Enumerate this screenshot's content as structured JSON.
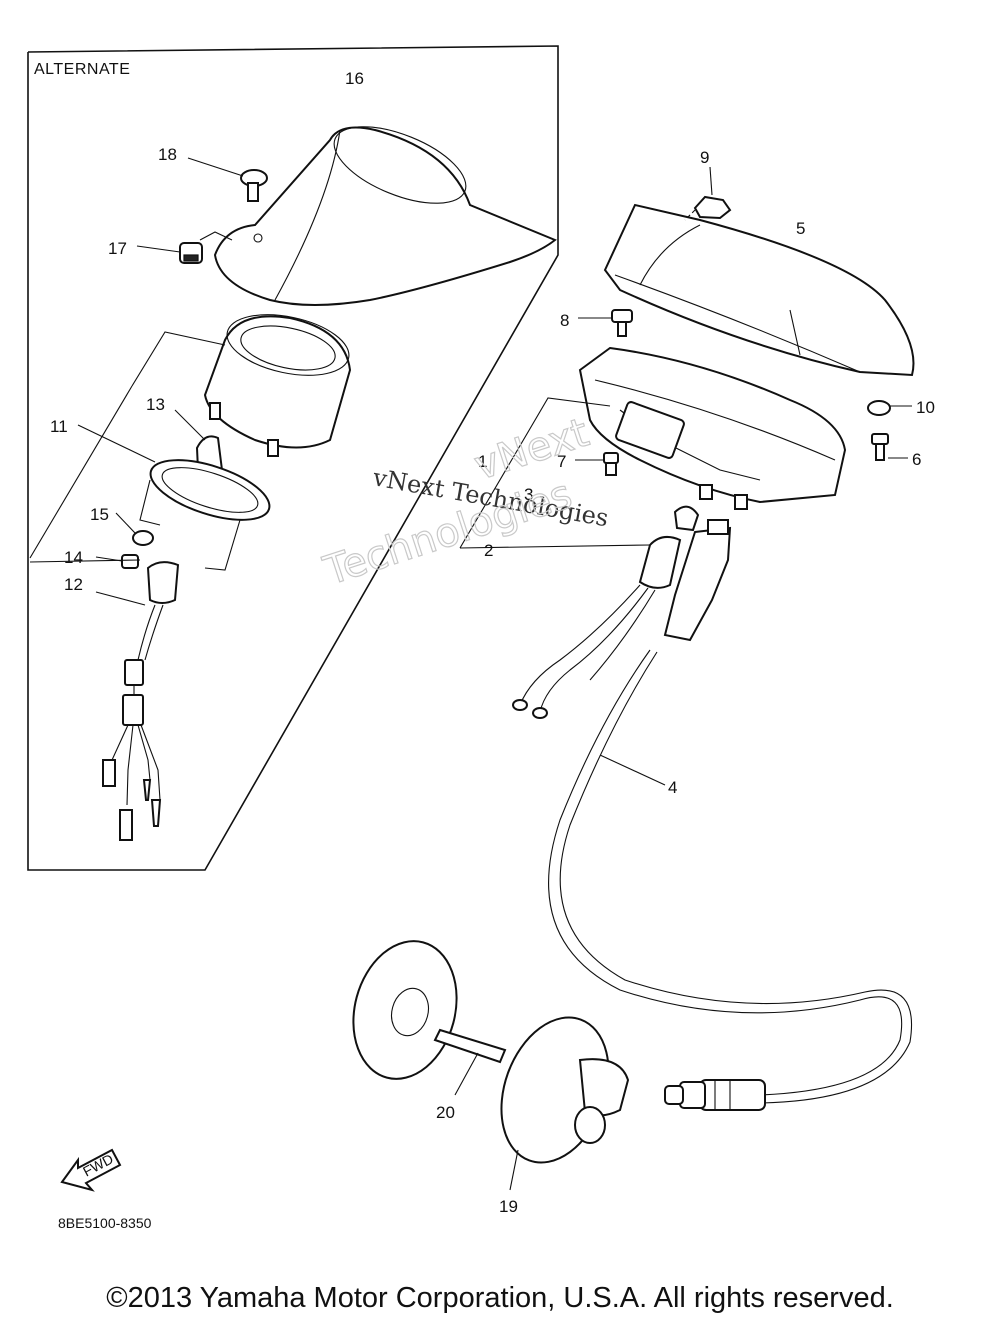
{
  "diagram": {
    "alternate_label": "ALTERNATE",
    "drawing_code": "8BE5100-8350",
    "fwd_label": "FWD",
    "watermark": {
      "line1": "vNext Technologies",
      "line2": "vNext",
      "line3": "Technologies"
    },
    "callouts": [
      "1",
      "2",
      "3",
      "4",
      "5",
      "6",
      "7",
      "8",
      "9",
      "10",
      "11",
      "12",
      "13",
      "14",
      "15",
      "16",
      "17",
      "18",
      "19",
      "20"
    ]
  },
  "footer": {
    "copyright": "©2013 Yamaha Motor Corporation, U.S.A. All rights reserved."
  }
}
